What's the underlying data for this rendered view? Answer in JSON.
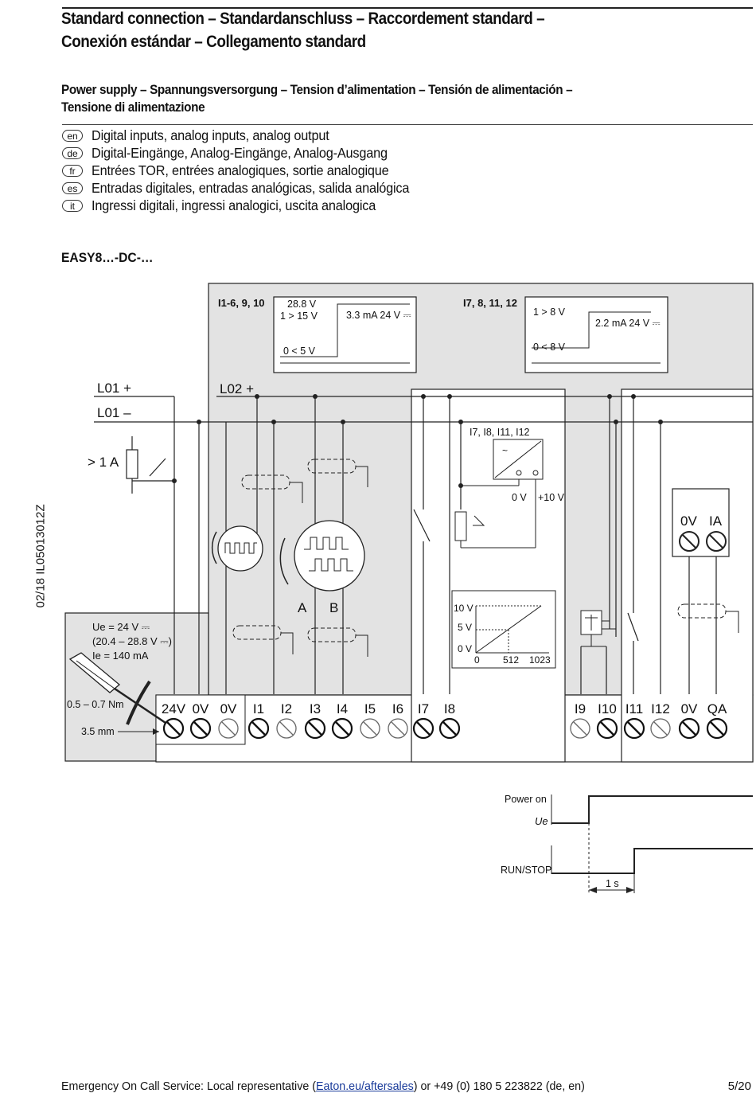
{
  "header": {
    "title_line1": "Standard connection – Standardanschluss – Raccordement standard –",
    "title_line2": "Conexión estándar – Collegamento standard",
    "subtitle_line1": "Power supply – Spannungsversorgung – Tension d’alimentation – Tensión de alimentación –",
    "subtitle_line2": "Tensione di alimentazione"
  },
  "languages": [
    {
      "code": "en",
      "text": "Digital inputs, analog inputs, analog output"
    },
    {
      "code": "de",
      "text": "Digital-Eingänge, Analog-Eingänge, Analog-Ausgang"
    },
    {
      "code": "fr",
      "text": "Entrées TOR, entrées analogiques, sortie analogique"
    },
    {
      "code": "es",
      "text": "Entradas digitales, entradas analógicas, salida analógica"
    },
    {
      "code": "it",
      "text": "Ingressi digitali, ingressi analogici, uscita analogica"
    }
  ],
  "model": "EASY8…-DC-…",
  "side_code": "02/18 IL05013012Z",
  "diagram": {
    "group1_label": "I1-6, 9, 10",
    "group1_box": {
      "v_high": "28.8 V",
      "v_on": "1 > 15 V",
      "current": "3.3 mA 24 V ⎓",
      "v_off": "0 < 5 V"
    },
    "group2_label": "I7, 8, 11, 12",
    "group2_box": {
      "v_on": "1 > 8 V",
      "current": "2.2 mA 24 V ⎓",
      "v_off": "0 < 8 V"
    },
    "l01_plus": "L01 +",
    "l01_minus": "L01 –",
    "l02_plus": "L02 +",
    "fuse": "> 1 A",
    "analog_inputs_label": "I7, I8, I11, I12",
    "ref_0v": "0 V",
    "ref_10v": "+10 V",
    "output_0v": "0V",
    "output_ia": "IA",
    "encoder_a": "A",
    "encoder_b": "B",
    "supply": {
      "ue": "Ue = 24 V ⎓",
      "range": "(20.4 – 28.8 V ⎓)",
      "ie": "Ie = 140 mA"
    },
    "torque": "0.5 – 0.7 Nm",
    "screwdriver": "3.5 mm",
    "graph": {
      "y10": "10 V",
      "y5": "5 V",
      "y0": "0 V",
      "x0": "0",
      "x512": "512",
      "x1023": "1023"
    },
    "terminals": [
      "24V",
      "0V",
      "0V",
      "I1",
      "I2",
      "I3",
      "I4",
      "I5",
      "I6",
      "I7",
      "I8",
      "I9",
      "I10",
      "I11",
      "I12",
      "0V",
      "QA"
    ],
    "timing": {
      "power_on": "Power on",
      "ue": "Ue",
      "run_stop": "RUN/STOP",
      "delay": "1 s"
    }
  },
  "footer": {
    "text_before": "Emergency On Call Service: Local representative (",
    "link": "Eaton.eu/aftersales",
    "text_after": ") or +49 (0) 180 5 223822 (de, en)",
    "page": "5/20"
  }
}
